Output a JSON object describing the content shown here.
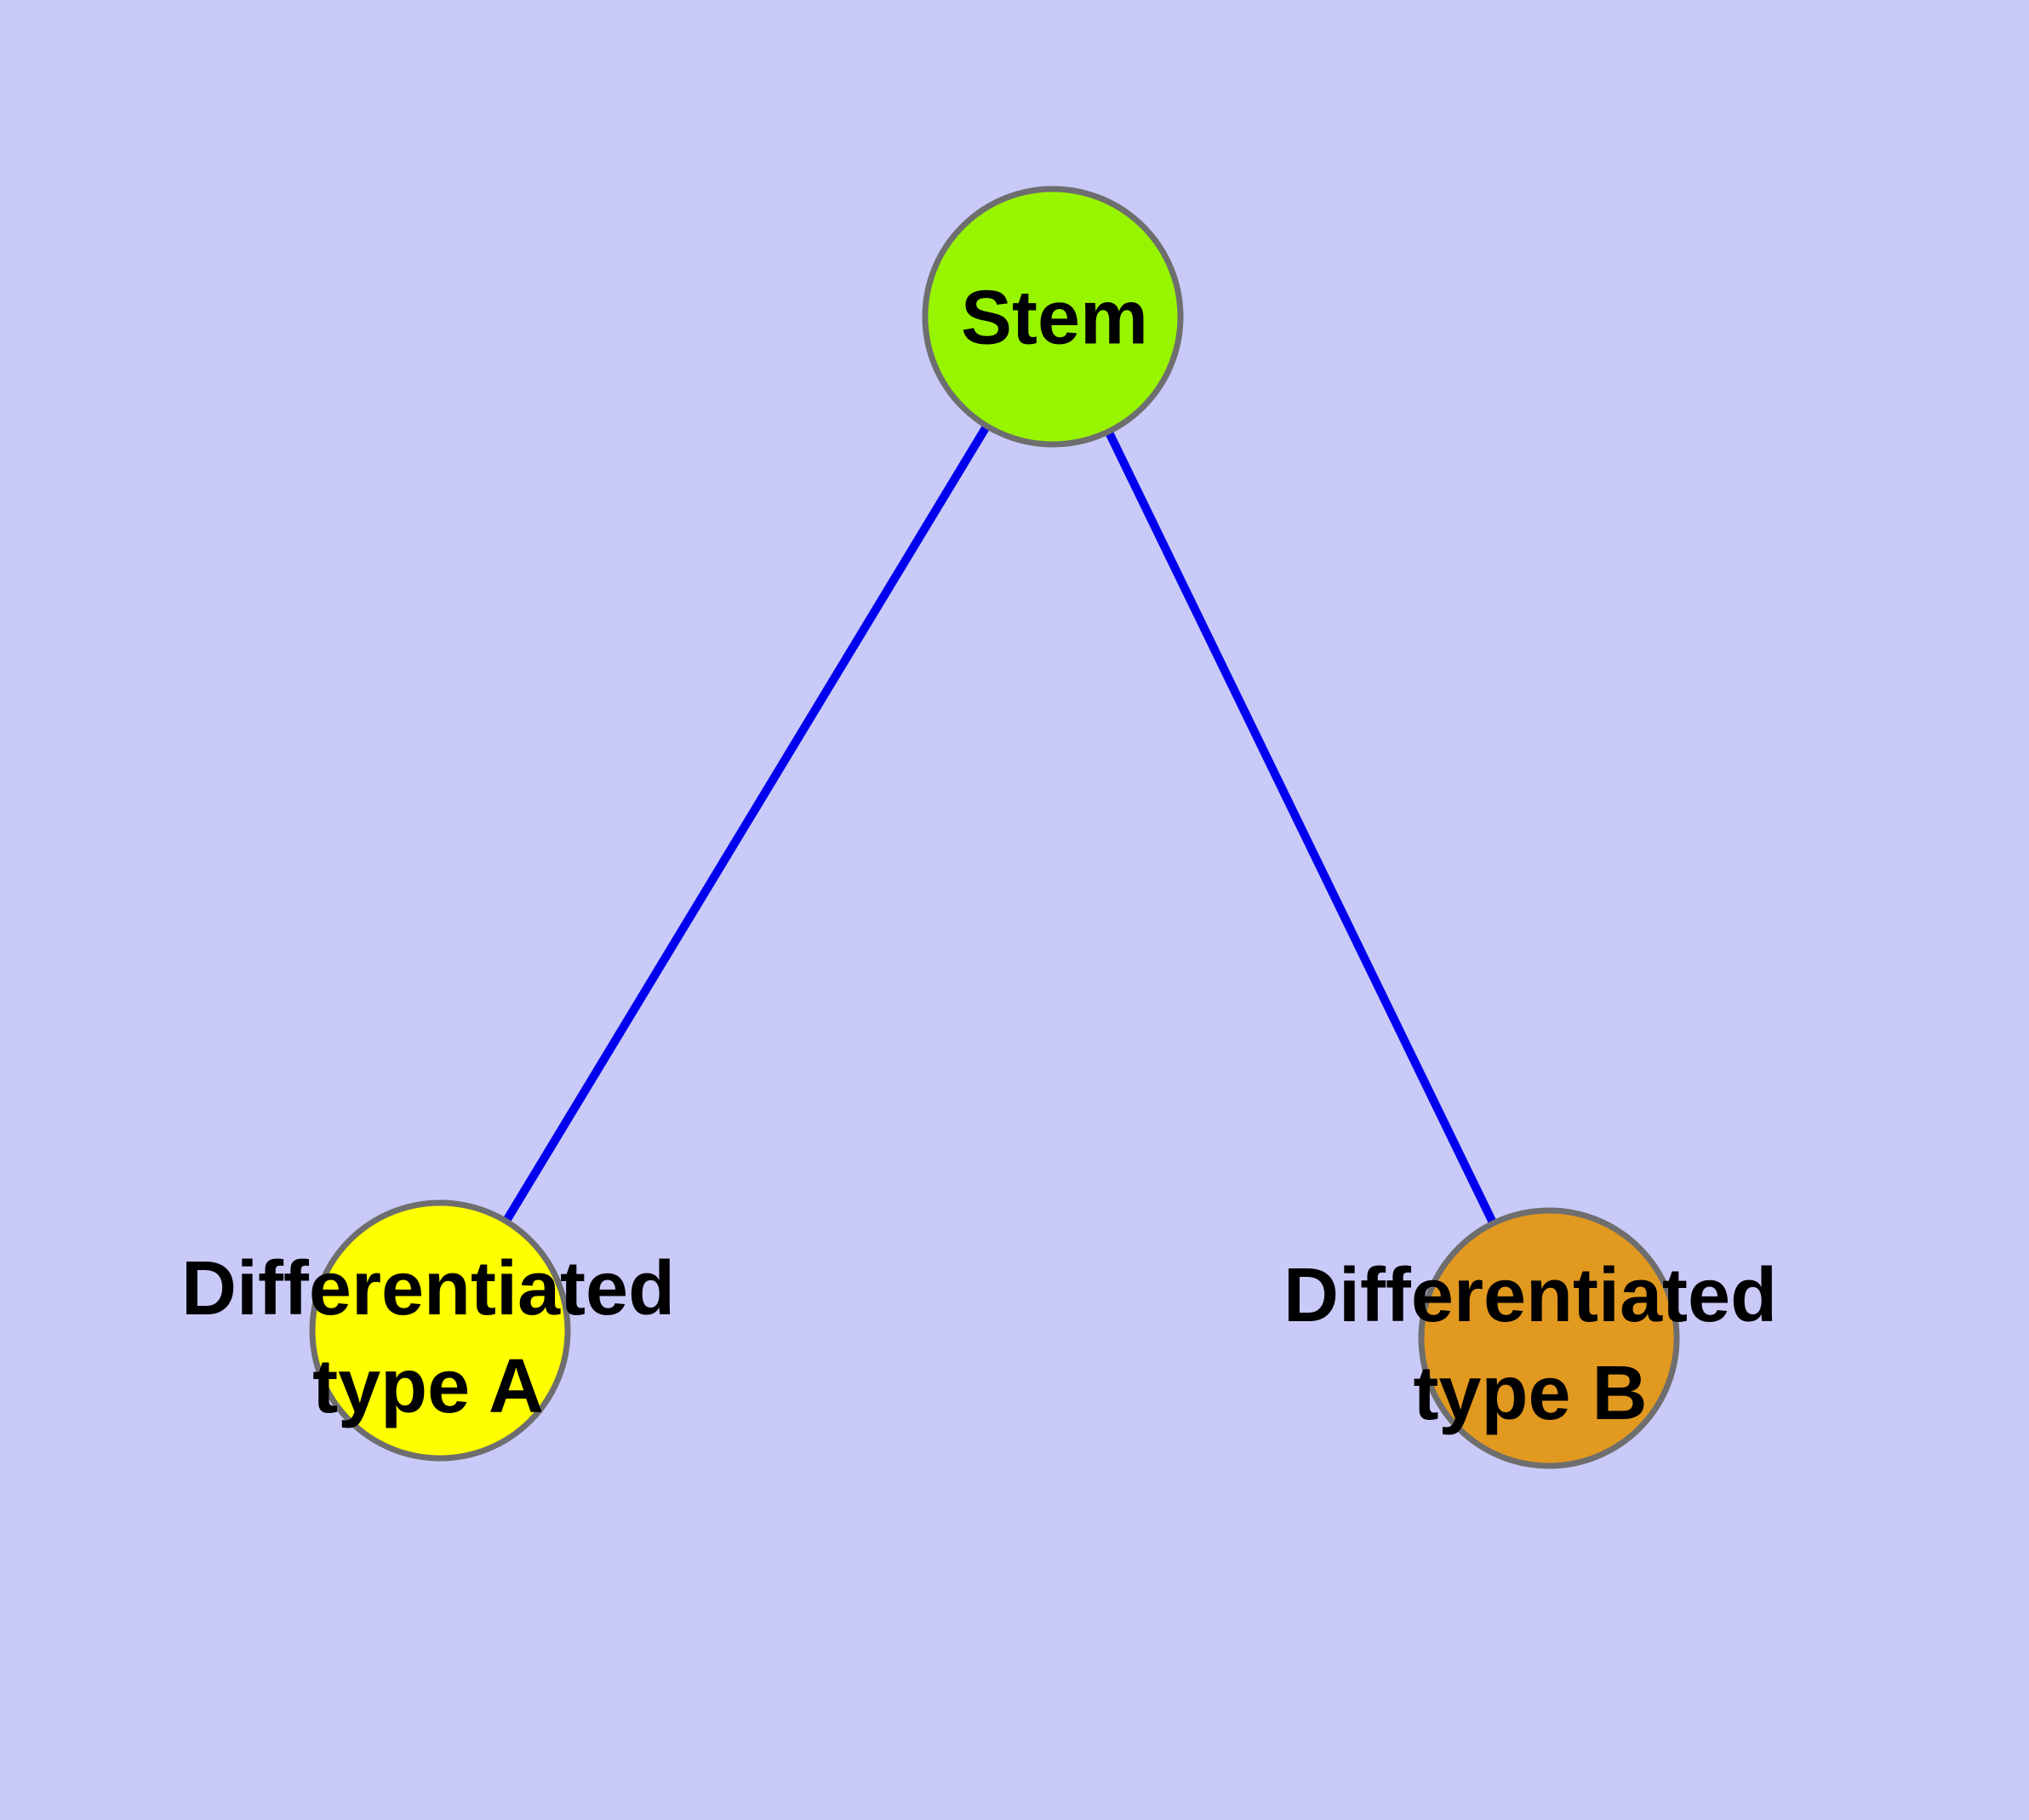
{
  "canvas": {
    "background_color": "#C9CAF8"
  },
  "graph": {
    "node_border_color": "#6E6E6E",
    "label_text_color": "#000000",
    "edge_color": "#0000EE",
    "nodes": [
      {
        "id": "stem",
        "label_lines": [
          "Stem"
        ],
        "fill_color": "#97F500"
      },
      {
        "id": "differentiated-type-a",
        "label_lines": [
          "Differentiated",
          "type A"
        ],
        "fill_color": "#FFFF00"
      },
      {
        "id": "differentiated-type-b",
        "label_lines": [
          "Differentiated",
          "type B"
        ],
        "fill_color": "#E2991F"
      }
    ],
    "edges": [
      {
        "from": "stem",
        "to": "differentiated-type-a",
        "color": "#0000EE"
      },
      {
        "from": "stem",
        "to": "differentiated-type-b",
        "color": "#0000EE"
      }
    ]
  }
}
